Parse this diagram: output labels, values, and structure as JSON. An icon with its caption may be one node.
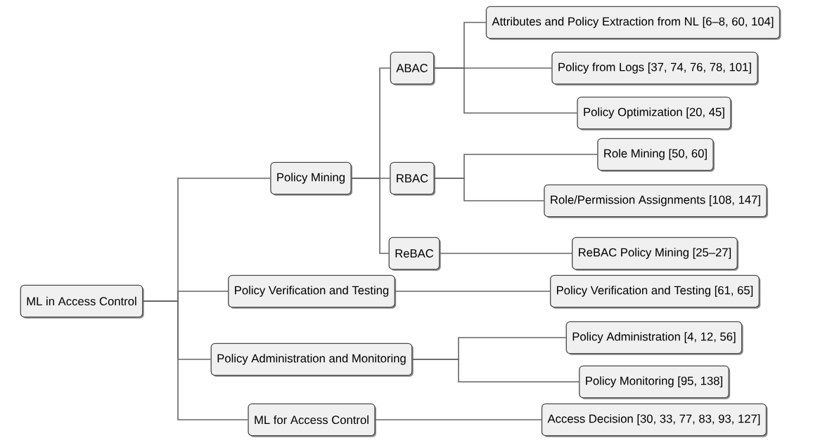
{
  "diagram": {
    "nodes": [
      {
        "text": [
          "ML in Access Control"
        ]
      },
      {
        "text": [
          "Policy Mining"
        ]
      },
      {
        "text": [
          "ABAC"
        ]
      },
      {
        "text": [
          "Attributes and Policy Extraction from NL [6–8, 60, 104]"
        ]
      },
      {
        "text": [
          "Policy from Logs [37, 74, 76, 78, 101]"
        ]
      },
      {
        "text": [
          "Policy Optimization [20, 45]"
        ]
      },
      {
        "text": [
          "RBAC"
        ]
      },
      {
        "text": [
          "Role Mining [50, 60]"
        ]
      },
      {
        "text": [
          "Role/Permission Assignments [108, 147]"
        ]
      },
      {
        "text": [
          "ReBAC"
        ]
      },
      {
        "text": [
          "ReBAC Policy Mining [25–27]"
        ]
      },
      {
        "text": [
          "Policy Verification and Testing"
        ]
      },
      {
        "text": [
          "Policy Verification and Testing [61, 65]"
        ]
      },
      {
        "text": [
          "Policy Administration and Monitoring"
        ]
      },
      {
        "text": [
          "Policy Administration [4, 12, 56]"
        ]
      },
      {
        "text": [
          "Policy Monitoring  [95, 138]"
        ]
      },
      {
        "text": [
          "ML for Access Control"
        ]
      },
      {
        "text": [
          "Access Decision [30, 33, 77, 83, 93, 127]"
        ]
      }
    ],
    "edges": [
      {
        "from": 0,
        "to": 1,
        "arrow": "none"
      },
      {
        "from": 0,
        "to": 11,
        "arrow": "none"
      },
      {
        "from": 0,
        "to": 13,
        "arrow": "none"
      },
      {
        "from": 0,
        "to": 16,
        "arrow": "none"
      },
      {
        "from": 1,
        "to": 2,
        "arrow": "none"
      },
      {
        "from": 1,
        "to": 6,
        "arrow": "none"
      },
      {
        "from": 1,
        "to": 9,
        "arrow": "none"
      },
      {
        "from": 2,
        "to": 3,
        "arrow": "none"
      },
      {
        "from": 2,
        "to": 4,
        "arrow": "none"
      },
      {
        "from": 2,
        "to": 5,
        "arrow": "none"
      },
      {
        "from": 6,
        "to": 7,
        "arrow": "none"
      },
      {
        "from": 6,
        "to": 8,
        "arrow": "none"
      },
      {
        "from": 9,
        "to": 10,
        "arrow": "none"
      },
      {
        "from": 11,
        "to": 12,
        "arrow": "none"
      },
      {
        "from": 13,
        "to": 14,
        "arrow": "none"
      },
      {
        "from": 13,
        "to": 15,
        "arrow": "none"
      },
      {
        "from": 16,
        "to": 17,
        "arrow": "none"
      }
    ]
  }
}
